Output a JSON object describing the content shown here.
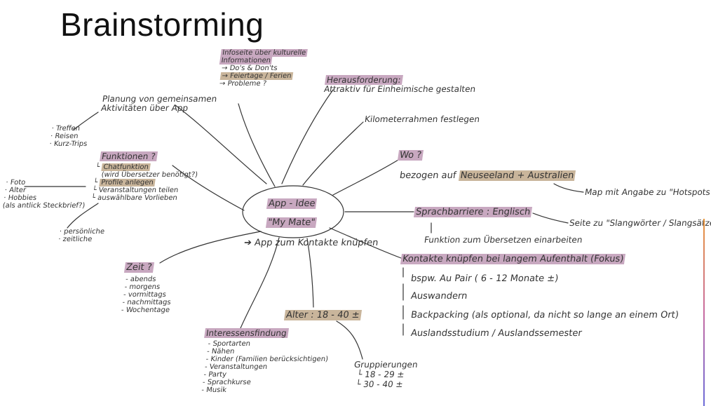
{
  "title": "Brainstorming",
  "center": {
    "idea": "App - Idee",
    "name": "\"My Mate\"",
    "purpose": "App zum Kontakte knüpfen",
    "arrow": "➔"
  },
  "infoseite": {
    "l1": "Infoseite über kulturelle",
    "l2": "Informationen",
    "i1": "→ Do's & Don'ts",
    "i2": "→ Feiertage / Ferien",
    "i3": "→ Probleme ?"
  },
  "herausforderung": {
    "label": "Herausforderung:",
    "text": "Attraktiv für Einheimische gestalten"
  },
  "km": "Kilometerrahmen festlegen",
  "wo": {
    "label": "Wo ?",
    "prefix": "bezogen auf",
    "place": "Neuseeland + Australien",
    "map": "Map mit Angabe zu \"Hotspots\""
  },
  "sprache": {
    "label": "Sprachbarriere : Englisch",
    "slang": "Seite zu \"Slangwörter / Slangsätzen\"",
    "uebersetzen": "Funktion zum Übersetzen einarbeiten"
  },
  "kontakte": {
    "label": "Kontakte knüpfen bei langem Aufenthalt (Fokus)",
    "items": [
      "bspw. Au Pair ( 6 - 12 Monate ±)",
      "Auswandern",
      "Backpacking (als optional, da nicht so lange an einem Ort)",
      "Auslandsstudium / Auslandssemester"
    ]
  },
  "planung": {
    "l1": "Planung von gemeinsamen",
    "l2": "Aktivitäten über App",
    "items": [
      "· Treffen",
      "· Reisen",
      "· Kurz-Trips"
    ]
  },
  "funktionen": {
    "label": "Funktionen ?",
    "chat": "Chatfunktion",
    "chat_note": "(wird Übersetzer benötigt?)",
    "profile": "Profile anlegen",
    "veranst": "Veranstaltungen teilen",
    "vorlieben": "auswählbare Vorlieben",
    "profile_items": [
      "· Foto",
      "· Alter",
      "· Hobbies"
    ],
    "profile_note": "(als antlick Steckbrief?)",
    "vorlieben_items": [
      "· persönliche",
      "· zeitliche"
    ]
  },
  "zeit": {
    "label": "Zeit ?",
    "items": [
      "- abends",
      "- morgens",
      "- vormittags",
      "- nachmittags",
      "- Wochentage"
    ]
  },
  "interessen": {
    "label": "Interessensfindung",
    "items": [
      "- Sportarten",
      "- Nähen",
      "- Kinder (Familien berücksichtigen)",
      "- Veranstaltungen",
      "- Party",
      "- Sprachkurse",
      "- Musik"
    ]
  },
  "alter": {
    "label": "Alter : 18 - 40 ±"
  },
  "gruppen": {
    "label": "Gruppierungen",
    "items": [
      "└ 18 - 29 ±",
      "└ 30 - 40 ±"
    ]
  },
  "colors": {
    "purple_hl": "#c8a8c0",
    "brown_hl": "#c9b59b",
    "ink": "#2a2a2a"
  }
}
